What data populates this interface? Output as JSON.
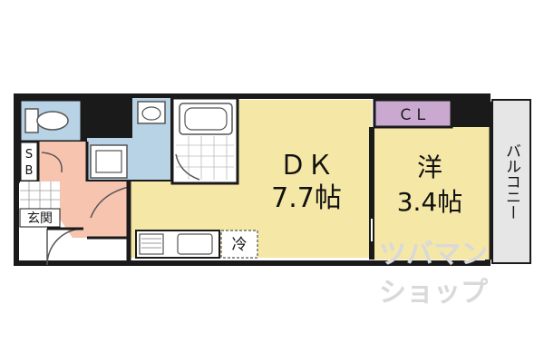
{
  "rooms": {
    "dk": {
      "name": "ＤＫ",
      "size": "7.7帖"
    },
    "western": {
      "name": "洋",
      "size": "3.4帖"
    },
    "closet": "ＣＬ",
    "storage": [
      "S",
      "B"
    ],
    "entrance": "玄関",
    "fridge": "冷",
    "balcony": "バルコニー"
  },
  "watermark": {
    "line1": "ツバマン",
    "line2": "ショップ"
  },
  "colors": {
    "wall": "#1a1a1a",
    "dk_floor": "#f5e7a6",
    "bath_floor": "#b9d3e6",
    "entry_floor": "#f7c4b0",
    "closet_floor": "#c9a9cf",
    "balcony_floor": "#e6e6e6"
  }
}
